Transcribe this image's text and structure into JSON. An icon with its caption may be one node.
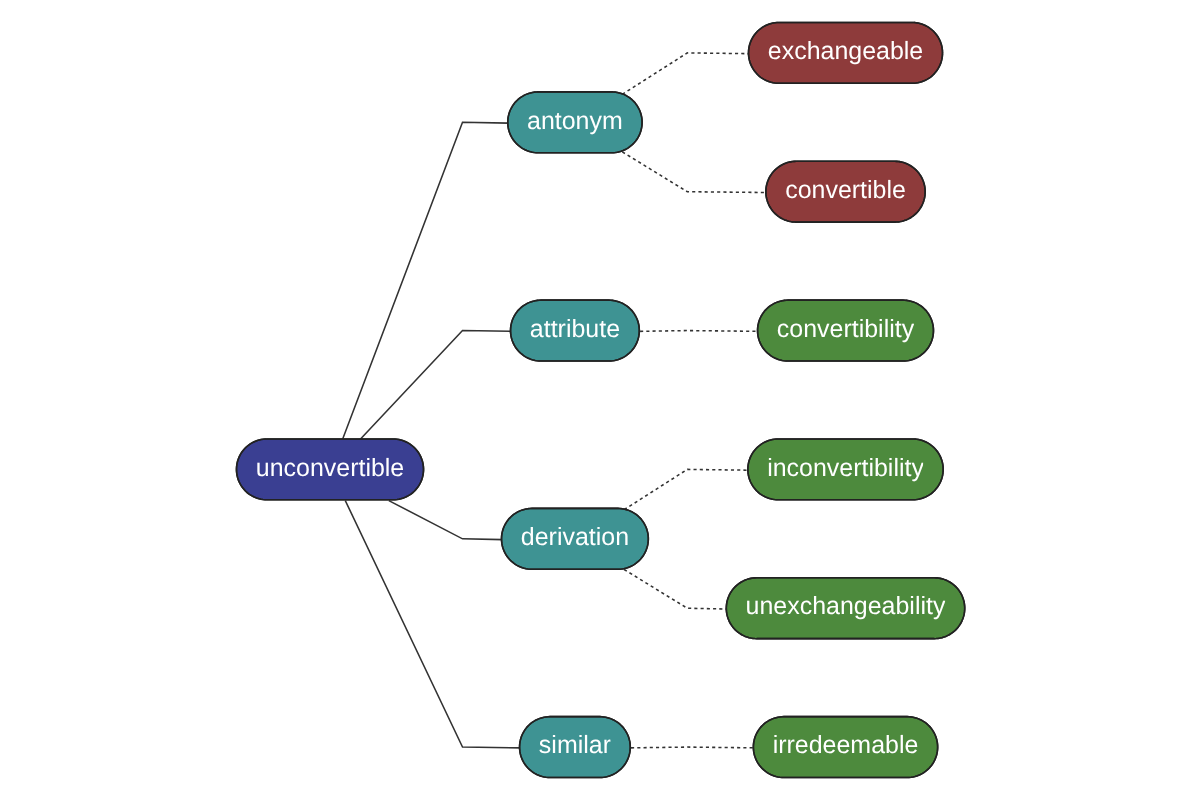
{
  "diagram": {
    "nodes": [
      {
        "text": [
          "exchangeable"
        ]
      },
      {
        "text": [
          "convertibility"
        ]
      },
      {
        "text": [
          "convertible"
        ]
      },
      {
        "text": [
          "antonym"
        ]
      },
      {
        "text": [
          "attribute"
        ]
      },
      {
        "text": [
          "inconvertibility"
        ]
      },
      {
        "text": [
          "unconvertible"
        ]
      },
      {
        "text": [
          "derivation"
        ]
      },
      {
        "text": [
          "irredeemable"
        ]
      },
      {
        "text": [
          "similar"
        ]
      },
      {
        "text": [
          "unexchangeability"
        ]
      }
    ],
    "edges": [
      {
        "from": 6,
        "to": 3,
        "arrow": "none"
      },
      {
        "from": 6,
        "to": 4,
        "arrow": "none"
      },
      {
        "from": 6,
        "to": 7,
        "arrow": "none"
      },
      {
        "from": 6,
        "to": 9,
        "arrow": "none"
      },
      {
        "from": 3,
        "to": 0,
        "arrow": "none",
        "style": "dashed"
      },
      {
        "from": 3,
        "to": 2,
        "arrow": "none",
        "style": "dashed"
      },
      {
        "from": 4,
        "to": 1,
        "arrow": "none",
        "style": "dashed"
      },
      {
        "from": 7,
        "to": 5,
        "arrow": "none",
        "style": "dashed"
      },
      {
        "from": 7,
        "to": 10,
        "arrow": "none",
        "style": "dashed"
      },
      {
        "from": 9,
        "to": 8,
        "arrow": "none",
        "style": "dashed"
      }
    ]
  }
}
